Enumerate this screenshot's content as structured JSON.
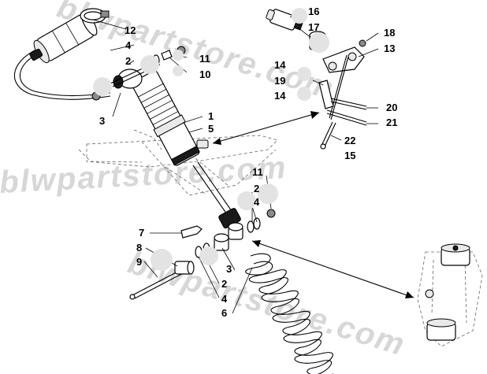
{
  "watermark": {
    "line1": "blwpartstore.com",
    "line2": "blwpartstore.com",
    "line3": "blwpartstore.com"
  },
  "callouts": {
    "c1": "1",
    "c2a": "2",
    "c2b": "2",
    "c2c": "2",
    "c3a": "3",
    "c3b": "3",
    "c4a": "4",
    "c4b": "4",
    "c4c": "4",
    "c5": "5",
    "c6": "6",
    "c7": "7",
    "c8": "8",
    "c9": "9",
    "c10": "10",
    "c11a": "11",
    "c11b": "11",
    "c12": "12",
    "c13": "13",
    "c14a": "14",
    "c14b": "14",
    "c15": "15",
    "c16": "16",
    "c17": "17",
    "c18": "18",
    "c19": "19",
    "c20": "20",
    "c21": "21",
    "c22": "22"
  }
}
